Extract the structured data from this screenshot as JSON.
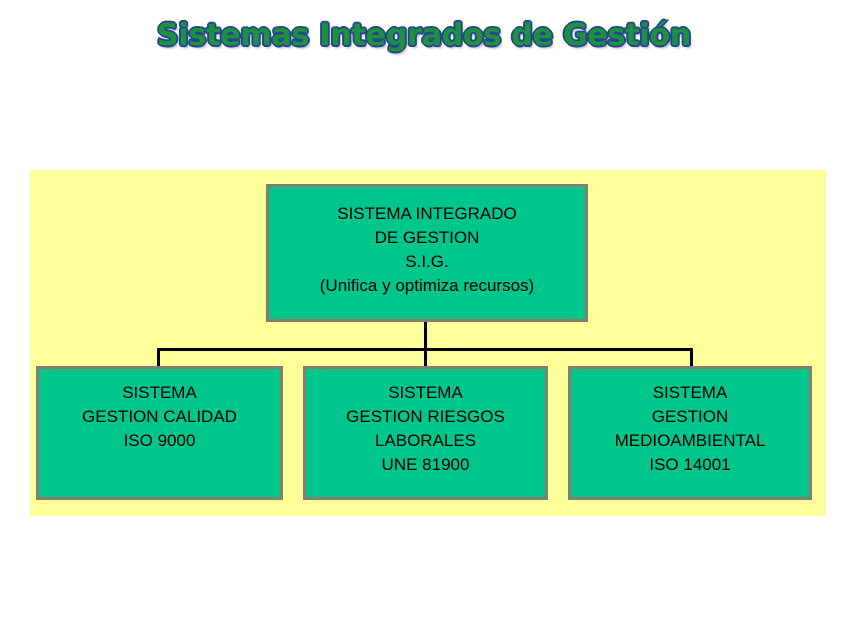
{
  "slide": {
    "title": "Sistemas Integrados de Gestión",
    "title_color": "#1E9140",
    "title_outline_color": "#24468F",
    "panel_background": "#FFFF99",
    "box_fill": "#00C68C",
    "box_border": "#80806E",
    "connector_color": "#000000",
    "text_color": "#000000"
  },
  "diagram": {
    "type": "org-chart",
    "root": {
      "name": "sistema-integrado-gestion",
      "lines": [
        "SISTEMA INTEGRADO",
        "DE GESTION",
        "S.I.G.",
        "(Unifica y optimiza recursos)"
      ]
    },
    "children": [
      {
        "name": "sistema-gestion-calidad",
        "lines": [
          "SISTEMA",
          "GESTION CALIDAD",
          "ISO 9000"
        ]
      },
      {
        "name": "sistema-gestion-riesgos-laborales",
        "lines": [
          "SISTEMA",
          "GESTION RIESGOS",
          "LABORALES",
          "UNE 81900"
        ]
      },
      {
        "name": "sistema-gestion-medioambiental",
        "lines": [
          "SISTEMA",
          "GESTION",
          "MEDIOAMBIENTAL",
          "ISO 14001"
        ]
      }
    ]
  }
}
